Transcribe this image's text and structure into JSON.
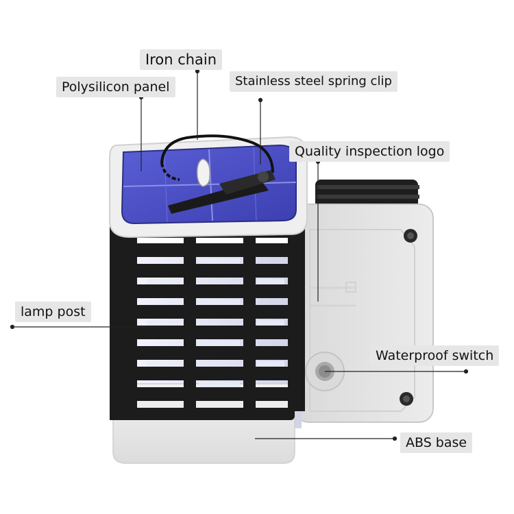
{
  "labels": {
    "iron_chain": "Iron chain",
    "polysilicon_panel": "Polysilicon panel",
    "spring_clip": "Stainless steel spring clip",
    "quality_logo": "Quality inspection logo",
    "lamp_post": "lamp post",
    "waterproof_switch": "Waterproof switch",
    "abs_base": "ABS base"
  },
  "colors": {
    "lamp_body": "#1c1c1c",
    "solar_panel": "#4c4fc4",
    "housing": "#e9e9e9",
    "label_bg": "#e6e6e6"
  }
}
